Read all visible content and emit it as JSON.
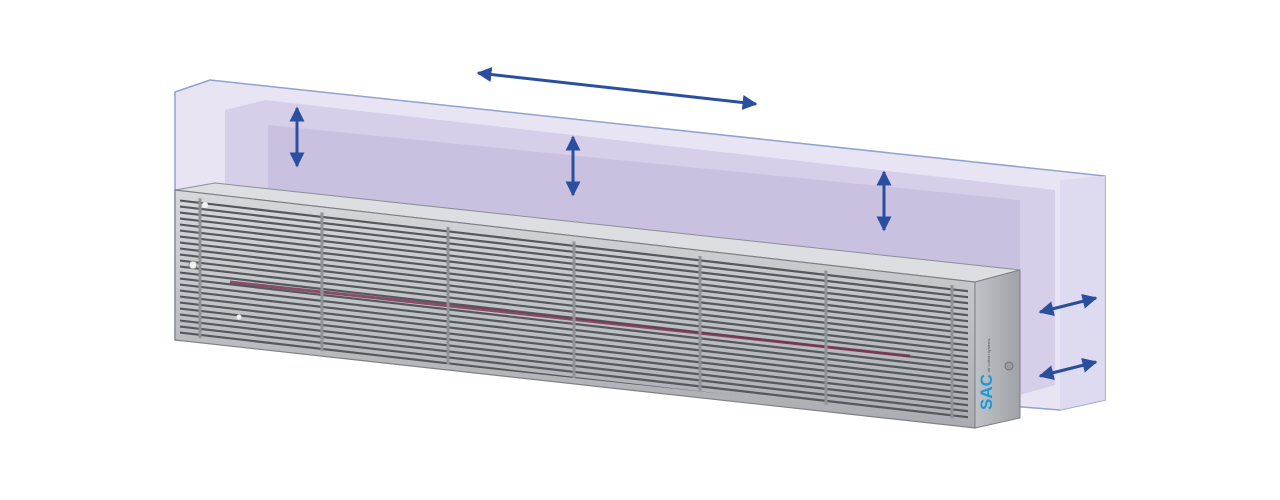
{
  "brand": {
    "name": "SAC",
    "tagline": "air curtain systems"
  },
  "illustration": {
    "subject": "air-curtain-unit",
    "arrows": [
      "horizontal-airflow-arrow",
      "vertical-adjust-arrow",
      "depth-arrow"
    ]
  },
  "colors": {
    "brand_text": "#1a9ad6",
    "arrow": "#2a4fa0",
    "envelope_outer": "#e6e2f2",
    "envelope_inner": "#cfc4e4",
    "envelope_stroke": "#8ea3cf",
    "housing": "#c7c9cc",
    "housing_dark": "#8c8f93",
    "grille": "#5f6266",
    "heater_line": "#7a3050"
  }
}
